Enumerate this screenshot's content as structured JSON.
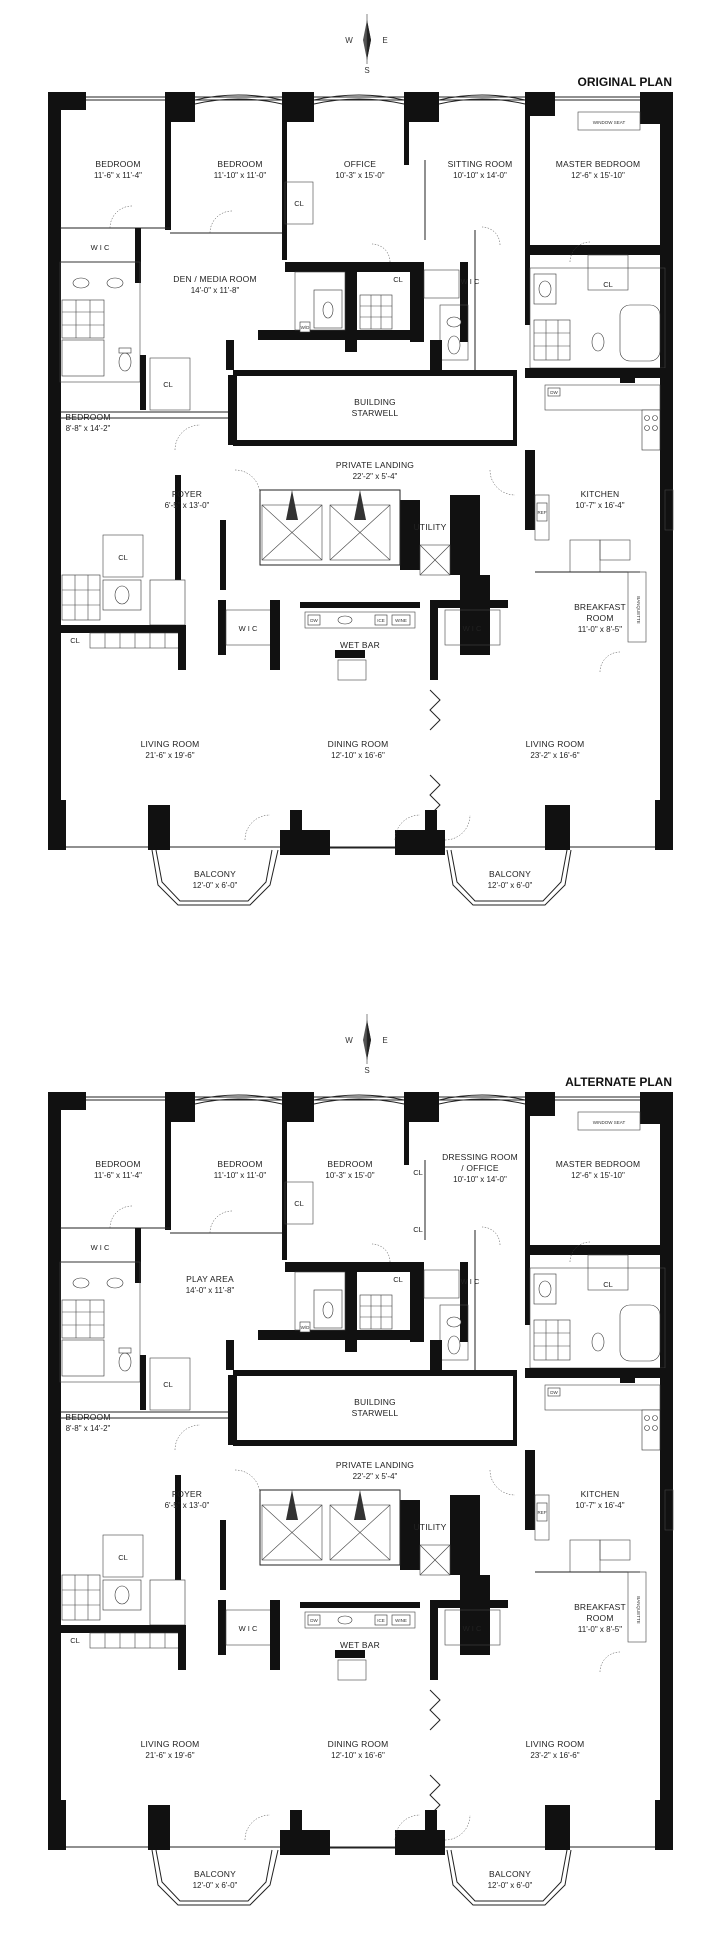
{
  "compass": {
    "n": "",
    "w": "W",
    "e": "E",
    "s": "S"
  },
  "plans": [
    {
      "title": "ORIGINAL PLAN",
      "rooms": {
        "bedroom1": {
          "name": "BEDROOM",
          "dim": "11'-6\" x 11'-4\""
        },
        "bedroom2": {
          "name": "BEDROOM",
          "dim": "11'-10\" x 11'-0\""
        },
        "room3": {
          "name": "OFFICE",
          "dim": "10'-3\" x 15'-0\""
        },
        "room4": {
          "name": "SITTING ROOM",
          "name2": "",
          "dim": "10'-10\" x 14'-0\""
        },
        "master": {
          "name": "MASTER BEDROOM",
          "dim": "12'-6\" x 15'-10\""
        },
        "den": {
          "name": "DEN / MEDIA ROOM",
          "dim": "14'-0\" x 11'-8\""
        },
        "bedroom3": {
          "name": "BEDROOM",
          "dim": "8'-8\" x 14'-2\""
        },
        "stair": {
          "name": "BUILDING",
          "name2": "STARWELL"
        },
        "landing": {
          "name": "PRIVATE LANDING",
          "dim": "22'-2\" x 5'-4\""
        },
        "foyer": {
          "name": "FOYER",
          "dim": "6'-5\" x 13'-0\""
        },
        "utility": {
          "name": "UTILITY"
        },
        "kitchen": {
          "name": "KITCHEN",
          "dim": "10'-7\" x 16'-4\""
        },
        "breakfast": {
          "name": "BREAKFAST",
          "name2": "ROOM",
          "dim": "11'-0\" x 8'-5\""
        },
        "wetbar": {
          "name": "WET BAR"
        },
        "living1": {
          "name": "LIVING ROOM",
          "dim": "21'-6\" x 19'-6\""
        },
        "dining": {
          "name": "DINING ROOM",
          "dim": "12'-10\" x 16'-6\""
        },
        "living2": {
          "name": "LIVING ROOM",
          "dim": "23'-2\" x 16'-6\""
        },
        "balcony1": {
          "name": "BALCONY",
          "dim": "12'-0\" x 6'-0\""
        },
        "balcony2": {
          "name": "BALCONY",
          "dim": "12'-0\" x 6'-0\""
        }
      },
      "labels": {
        "cl": "CL",
        "wic": "W I C",
        "window_seat": "WINDOW SEAT",
        "dw": "DW",
        "wd": "W/D",
        "ref": "REF",
        "banquette": "BANQUETTE",
        "wine": "WINE",
        "ice": "ICE"
      }
    },
    {
      "title": "ALTERNATE PLAN",
      "rooms": {
        "bedroom1": {
          "name": "BEDROOM",
          "dim": "11'-6\" x 11'-4\""
        },
        "bedroom2": {
          "name": "BEDROOM",
          "dim": "11'-10\" x 11'-0\""
        },
        "room3": {
          "name": "BEDROOM",
          "dim": "10'-3\" x 15'-0\""
        },
        "room4": {
          "name": "DRESSING ROOM",
          "name2": "/ OFFICE",
          "dim": "10'-10\" x 14'-0\""
        },
        "master": {
          "name": "MASTER BEDROOM",
          "dim": "12'-6\" x 15'-10\""
        },
        "den": {
          "name": "PLAY AREA",
          "dim": "14'-0\" x 11'-8\""
        },
        "bedroom3": {
          "name": "BEDROOM",
          "dim": "8'-8\" x 14'-2\""
        },
        "stair": {
          "name": "BUILDING",
          "name2": "STARWELL"
        },
        "landing": {
          "name": "PRIVATE LANDING",
          "dim": "22'-2\" x 5'-4\""
        },
        "foyer": {
          "name": "FOYER",
          "dim": "6'-5\" x 13'-0\""
        },
        "utility": {
          "name": "UTILITY"
        },
        "kitchen": {
          "name": "KITCHEN",
          "dim": "10'-7\" x 16'-4\""
        },
        "breakfast": {
          "name": "BREAKFAST",
          "name2": "ROOM",
          "dim": "11'-0\" x 8'-5\""
        },
        "wetbar": {
          "name": "WET BAR"
        },
        "living1": {
          "name": "LIVING ROOM",
          "dim": "21'-6\" x 19'-6\""
        },
        "dining": {
          "name": "DINING ROOM",
          "dim": "12'-10\" x 16'-6\""
        },
        "living2": {
          "name": "LIVING ROOM",
          "dim": "23'-2\" x 16'-6\""
        },
        "balcony1": {
          "name": "BALCONY",
          "dim": "12'-0\" x 6'-0\""
        },
        "balcony2": {
          "name": "BALCONY",
          "dim": "12'-0\" x 6'-0\""
        }
      },
      "labels": {
        "cl": "CL",
        "wic": "W I C",
        "window_seat": "WINDOW SEAT",
        "dw": "DW",
        "wd": "W/D",
        "ref": "REF",
        "banquette": "BANQUETTE",
        "wine": "WINE",
        "ice": "ICE"
      }
    }
  ]
}
